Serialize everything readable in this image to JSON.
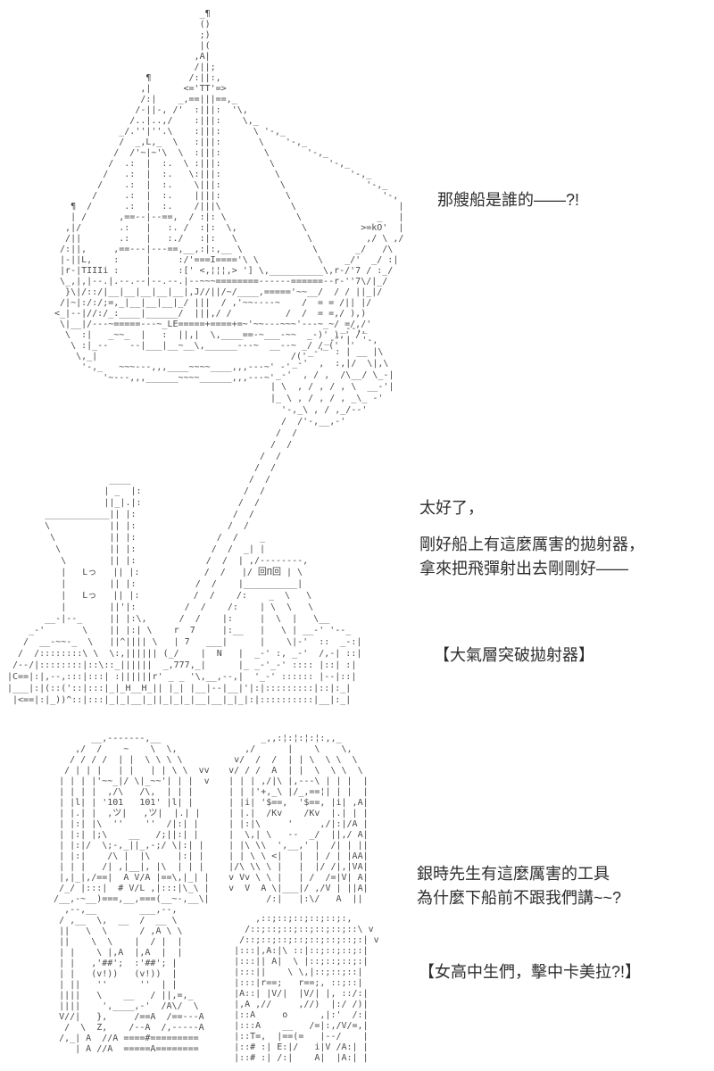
{
  "page": {
    "background_color": "#ffffff",
    "caption_color": "#2e2e2e",
    "art_color": "#4a4a4a"
  },
  "text": {
    "whose_ship": "那艘船是誰的——?!",
    "great": "太好了，",
    "launcher_lines": [
      "剛好船上有這麼厲害的拋射器，",
      "拿來把飛彈射出去剛剛好——"
    ],
    "label_launcher": "【大氣層突破拋射器】",
    "gintoki_lines": [
      "銀時先生有這麼厲害的工具",
      "為什麼下船前不跟我們講~~?"
    ],
    "label_schoolgirls": "【女高中生們，擊中卡美拉?!】"
  },
  "art": {
    "ship": [
      "                            _¶",
      "                            ()",
      "                            ;)",
      "                            |(",
      "                           ,A|",
      "                           /||;",
      "                  ¶       /:||:,",
      "                 ,|      <='TT'=>",
      "                 /:|    _,==|||==,_",
      "                /-||-, /'  :|||:  '\\,",
      "               /..|..,/    :|||:    \\,_",
      "             _/.''|''.\\    :|||:      \\ '-,_",
      "             /  _,L,_  \\   :|||:       \\    '-,_",
      "            /  /'~|~'\\  \\  :|||:        \\       '-,_",
      "           /  .:  |  :.  \\ :|||:         \\          '-,_",
      "          /   .:  |  :.   \\:|||:          \\             '-,_",
      "         /    .:  |  :.    \\|||:           \\               '-,_",
      "        /     .:  |  :.    ||||:            \\                 '-,",
      "    ¶  /      .:  |  :.    /|||\\             \\                   |",
      "    | /      ,==--|--==,  / :|: \\             \\              _   |",
      "   ,|/       .:   |   :. /  :|:  \\,            \\          >=kO'  |",
      "   /||       .:   |   :./   :|:   \\             \\          ,/ \\ ,/",
      "  /:||,     ,==---|---==,__,:|:,__ \\             \\       _/   /\\",
      "  |-||L,    :     |     :/'===I===='\\ \\           \\    _/'  _/ :|",
      "  |r-|TIIIi :     |     :[' <,¦¦¦,> '] \\,__________\\,r-/'7 / :_/",
      "  \\_,|,|--.|.--.--|--.--.|--~~~========------======--r-''7\\/|_/",
      "   }\\|/::/|__|__|__|__|__|,J//||/~/____,====='~~__/  / / ||_|/",
      "  /|~|:/:/;=,_|__|__|__|_/ |||  / ,'~~----~    /  = = /|| |/",
      " <_|--|//:/_:____|______/  |||,/ /          /  /  = =,/ ),)",
      "  \\|__|/---~=====---~_LE=====+====+=~'~~---~~~'---~_~/ =/,/'",
      "   \\  :|   _~~_  |   :  ||,|  \\,____==-~___-~~  _-)' ),' /'",
      "    \\ :|_--    --|___|__~__\\,______---~  __--~ _/ /_('  '",
      "     \\,_|                                    /('",
      "      '-,_   ~~~---,,,____~~~~____,,,---~' -'",
      "          '~---,,,______~~~~______,,,---~'"
    ],
    "catapult": [
      "                                                              _--,_",
      "                                                           _-' |  '-,",
      "                                                        _-'  : | __ |\\",
      "                                                     _-'  ,  :,|/  \\|,\\",
      "                                                  _-'  , / ,  /\\__/ \\_-|",
      "                                                 | \\  , / , / , \\  __-'|",
      "                                                 |_ \\ , / , / , _\\_ -'",
      "                                                   '-,_\\ , / ,_/--'",
      "                                                   /  /'-,__,-'",
      "                                                  /  /",
      "                                                 /  /",
      "                                               /  /",
      "                                              /  /",
      "                   ____                      /  /",
      "                  | _  |:                   /  /",
      "                  ||_|.|:                  /  /",
      "       ____________|| |:                  /  /",
      "       \\           || |:                 /  /",
      "        \\          || |:               /  /    _",
      "         \\         || |:              /  /  _| |",
      "          \\        || |:             /  /  | ,/--------,",
      "          |   Lっ   || |:            /  /   |/ 回Π回 | \\",
      "          |        || |:           /  /    |__________|",
      "          |   Lっ   || |:          /  /    /:    _  \\   \\",
      "          |        ||'|:         /  /    /:    | \\  \\   \\",
      "       __-|--_     || |:\\,      /  /    |:     |  \\  |   \\__",
      "    _-'       \\    || |:| \\    r  7     |:__   |   \\ | __-' '--_",
      "   /  __-~~-_  \\   ||^|||| \\   | 7   ___|      |    \\|-'  ::  _-:|",
      "  /  /::::::::\\ \\  \\:,|||||| (_/    |  N   |  _-' :, _-'  /,-| ::|",
      " /--/|::::::::|::\\::_||||||  _,777,_|      |_ _-'_-' :::: |::| :|",
      "|C==|:|,--,:::|:::| :||||||r' _ _ '\\,__,--,|  '_-' :::::: |--|::|",
      "|___|:|(::('::|:::|_|_H__H_|| |_| |__|--|__|'|:|:::::::::|::|:_|",
      " |<==|:|_))^::|:::|_|_|__|_||_|_|_|__|__|_|_|:|::::::::::|__|:_|"
    ],
    "face_top_left": [
      "          __,-------,__",
      "       ,/  /    ~    \\  \\,",
      "      / / / /  | |  \\ \\ \\ \\",
      "     / | | |   | |   | | \\ \\  vv",
      "    | | | |'~~_|/ \\|_~~'| | |  v",
      "    | | | |  ,/\\   /\\,  | | |",
      "    | |l| | '101   101' |l| |",
      "    | |.| |  ,ツ|   ,ツ|  |.| |",
      "    | |:| |\\  ''    ''  /|:| |",
      "    | |:| |;\\    __   /;||:| |",
      "    | |:|/  \\;-,_||_,-;/ \\|:| |",
      "    | |:|    /\\ |  |\\     |:| |",
      "    | | |   /| ,|__|, |\\  | | |",
      "    |,|_|,/==|  A V/A |==\\,|_| |",
      "    /_/ |:::|  # V/L ,|:::|\\_\\ |",
      "   /__,-~__)===,__,===(__~-,__\\|"
    ],
    "face_top_right": [
      "          _,,:¦:¦:¦:¦:,,_",
      "       ,/      |    \\    \\,",
      "     v/  /  /  | | \\  \\ \\  \\",
      "    v/ / /  A  | |  \\  \\ \\  \\",
      "    | | | ,/|\\ |,---\\ | | |  |",
      "    | | |'+,_\\ |/_,==¦| | |  |",
      "    | |i| '$==,  '$==, |i| ,A|",
      "    | |.|  /Kv    /Kv  |.| | |",
      "    | |:|\\     '     ,/|:|/A |",
      "    |  \\,| \\   --  _/  ||,/ A|",
      "    | |\\ \\\\  ',__,' |  /| | ||",
      "    | | \\ \\ <|   |  | / | |AA|",
      "    |/\\ \\\\ \\ |   |  |/ /|,|VA|",
      "    v Vv \\ \\ |   | /  /=|V| A|",
      "    v  V  A \\|___|/ ,/V | ||A|",
      "           /:|   |:\\/   A  ||"
    ],
    "face_bottom_left": [
      "     ,--,__        ___,--,",
      "    / ,__  \\,  __  /  __ \\",
      "    ||   \\  \\      / ,A \\ \\",
      "    ||    \\  \\    |  / |  |",
      "    | |    \\ |,A  |,A  |  |",
      "    | |   ,'##';  :'##'; |",
      "    | |   (v!))   (v!))  |",
      "    | ||   ''      ''  | |",
      "    ||||   \\    __   / ||,=,_",
      "    ||||    ',____,-'  /A\\/  \\",
      "    V//|   },     /==A  /==---A",
      "     /  \\  Z,    /--A  /,-----A",
      "    /,_| A  //A ====#=========",
      "       | A //A  =====A========"
    ],
    "face_bottom_right": [
      "        ,::;::;::;::;::;:,",
      "      /::;::;::;::;::;::;::\\ v",
      "     /::;::;::;::;::;::;::;:| v",
      "    |:::|,A:|\\ ::|::;::;::;:|",
      "    |:::|| A|  \\ |::;::;::;:|",
      "    |:::||    \\ \\,|::;::;::|",
      "    |:::|r==;   r==;, ::;::|",
      "    |A::| |V/|  |V/| |, ::/:|",
      "    |,A ,//     ,//)  |:/ /)|",
      "    |::A     o      ,|:'  /:|",
      "    |:::A    __   /=|:,/V/=,|",
      "    |::T=,  |==(=   |--/    |",
      "    |::# :| E:|/   i|V /A:| |",
      "    |::# :| /:|    A|  |A:| |"
    ]
  }
}
